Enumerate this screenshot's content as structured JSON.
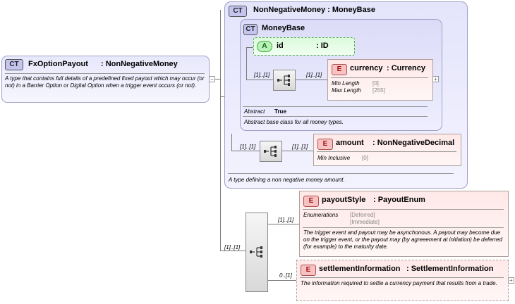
{
  "fxoption": {
    "badge": "CT",
    "name": "FxOptionPayout",
    "base": ": NonNegativeMoney",
    "doc": "A type that contains full details of a predefined fixed payout which may occur (or not) in a Barrier Option or Digital Option when a trigger event occurs (or not)."
  },
  "nonneg": {
    "badge": "CT",
    "title": "NonNegativeMoney : MoneyBase",
    "doc": "A type defining a non negative money amount."
  },
  "moneybase": {
    "badge": "CT",
    "title": "MoneyBase",
    "abstract_label": "Abstract",
    "abstract_value": "True",
    "doc": "Abstract base class for all money types."
  },
  "id_attr": {
    "badge": "A",
    "name": "id",
    "type": ": ID"
  },
  "currency": {
    "badge": "E",
    "name": "currency",
    "type": ": Currency",
    "props": [
      {
        "label": "Min Length",
        "value": "[0]"
      },
      {
        "label": "Max Length",
        "value": "[255]"
      }
    ],
    "mult_left": "[1]..[1]",
    "mult_right": "[1]..[1]"
  },
  "amount": {
    "badge": "E",
    "name": "amount",
    "type": ": NonNegativeDecimal",
    "prop_label": "Min Inclusive",
    "prop_value": "[0]",
    "mult_left": "[1]..[1]",
    "mult_right": "[1]..[1]"
  },
  "payoutstyle": {
    "badge": "E",
    "name": "payoutStyle",
    "type": ": PayoutEnum",
    "enum_label": "Enumerations",
    "enum_values": [
      "[Deferred]",
      "[Immediate]"
    ],
    "doc": "The trigger event and payout may be asynchonous. A payout may become due on the trigger event, or the payout may (by agreeement at initiation) be deferred (for example) to the maturity date.",
    "mult": "[1]..[1]"
  },
  "settlement": {
    "badge": "E",
    "name": "settlementInformation",
    "type": ": SettlementInformation",
    "doc": "The information required to settle a currency payment that results from a trade.",
    "mult": "0..[1]"
  },
  "main_seq_mult": "[1]..[1]",
  "colors": {
    "complex_type_bg": "#e8e8fc",
    "element_bg": "#ffeeee",
    "attribute_bg": "#e6fde6"
  }
}
